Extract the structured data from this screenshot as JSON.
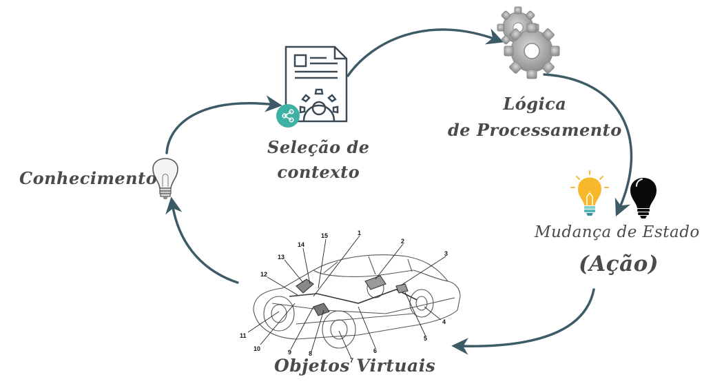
{
  "nodes": {
    "conhecimento": "Conhecimento",
    "selecao_line1": "Seleção de",
    "selecao_line2": "contexto",
    "logica_line1": "Lógica",
    "logica_line2": "de Processamento",
    "mudanca": "Mudança de Estado",
    "acao": "(Ação)",
    "objetos": "Objetos Virtuais"
  },
  "car_callouts": [
    "1",
    "2",
    "3",
    "4",
    "5",
    "6",
    "7",
    "8",
    "9",
    "10",
    "11",
    "12",
    "13",
    "14",
    "15"
  ],
  "icons": {
    "document": "document-gear-icon",
    "share": "share-icon",
    "gears": "gears-icon",
    "bulb_knowledge": "lightbulb-outline-icon",
    "bulb_on": "lightbulb-lit-icon",
    "bulb_off": "lightbulb-dark-icon"
  },
  "colors": {
    "arrow": "#3d5b66",
    "text": "#4a4a4a",
    "share_badge": "#3eb2a2",
    "bulb_yellow": "#f6b92b",
    "gear_gray": "#a9a9a9"
  }
}
